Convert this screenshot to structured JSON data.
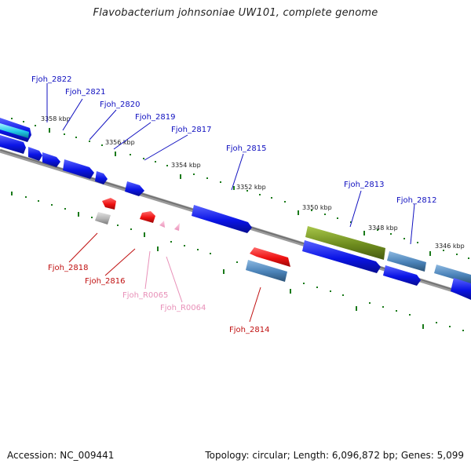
{
  "title": "Flavobacterium johnsoniae UW101, complete genome",
  "footer": {
    "accession": "Accession: NC_009441",
    "summary": "Topology: circular; Length: 6,096,872 bp; Genes: 5,099"
  },
  "colors": {
    "backbone": "#808080",
    "tick": "#1a7a1a",
    "forward_gene": "#0a14e6",
    "reverse_gene": "#ee1111",
    "steel_gene": "#4a82b8",
    "olive_gene": "#6e8c1e",
    "cyan_gene": "#22c8e8",
    "gray_gene": "#b4b4b4",
    "pink_gene": "#f4a6c8",
    "label_blue": "#1010c0",
    "label_red": "#c01010",
    "label_pink": "#e890b8"
  },
  "scale_labels": [
    "3358 kbp",
    "3356 kbp",
    "3354 kbp",
    "3352 kbp",
    "3350 kbp",
    "3348 kbp",
    "3346 kbp"
  ],
  "gene_labels": [
    {
      "text": "Fjoh_2822",
      "color": "blue"
    },
    {
      "text": "Fjoh_2821",
      "color": "blue"
    },
    {
      "text": "Fjoh_2820",
      "color": "blue"
    },
    {
      "text": "Fjoh_2819",
      "color": "blue"
    },
    {
      "text": "Fjoh_2817",
      "color": "blue"
    },
    {
      "text": "Fjoh_2815",
      "color": "blue"
    },
    {
      "text": "Fjoh_2813",
      "color": "blue"
    },
    {
      "text": "Fjoh_2812",
      "color": "blue"
    },
    {
      "text": "Fjoh_2818",
      "color": "red"
    },
    {
      "text": "Fjoh_2816",
      "color": "red"
    },
    {
      "text": "Fjoh_R0065",
      "color": "pink"
    },
    {
      "text": "Fjoh_R0064",
      "color": "pink"
    },
    {
      "text": "Fjoh_2814",
      "color": "red"
    }
  ]
}
